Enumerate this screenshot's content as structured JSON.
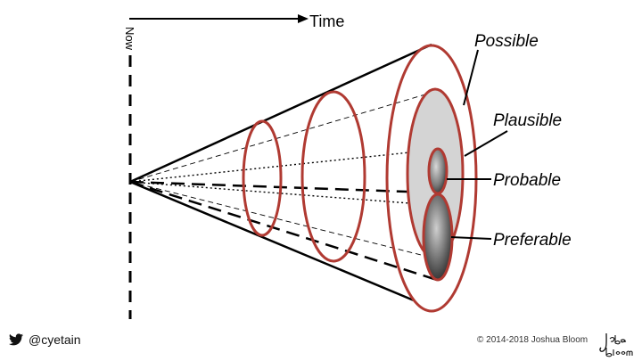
{
  "labels": {
    "time": "Time",
    "now": "Now",
    "possible": "Possible",
    "plausible": "Plausible",
    "probable": "Probable",
    "preferable": "Preferable"
  },
  "footer": {
    "handle": "@cyetain",
    "copyright": "© 2014-2018 Joshua Bloom",
    "signature": "Jabe Bloom"
  },
  "colors": {
    "ellipse_stroke": "#b03a32",
    "plausible_fill": "#d4d4d4",
    "line": "#000000"
  },
  "icons": [
    "twitter-bird-icon",
    "time-arrow-icon"
  ]
}
